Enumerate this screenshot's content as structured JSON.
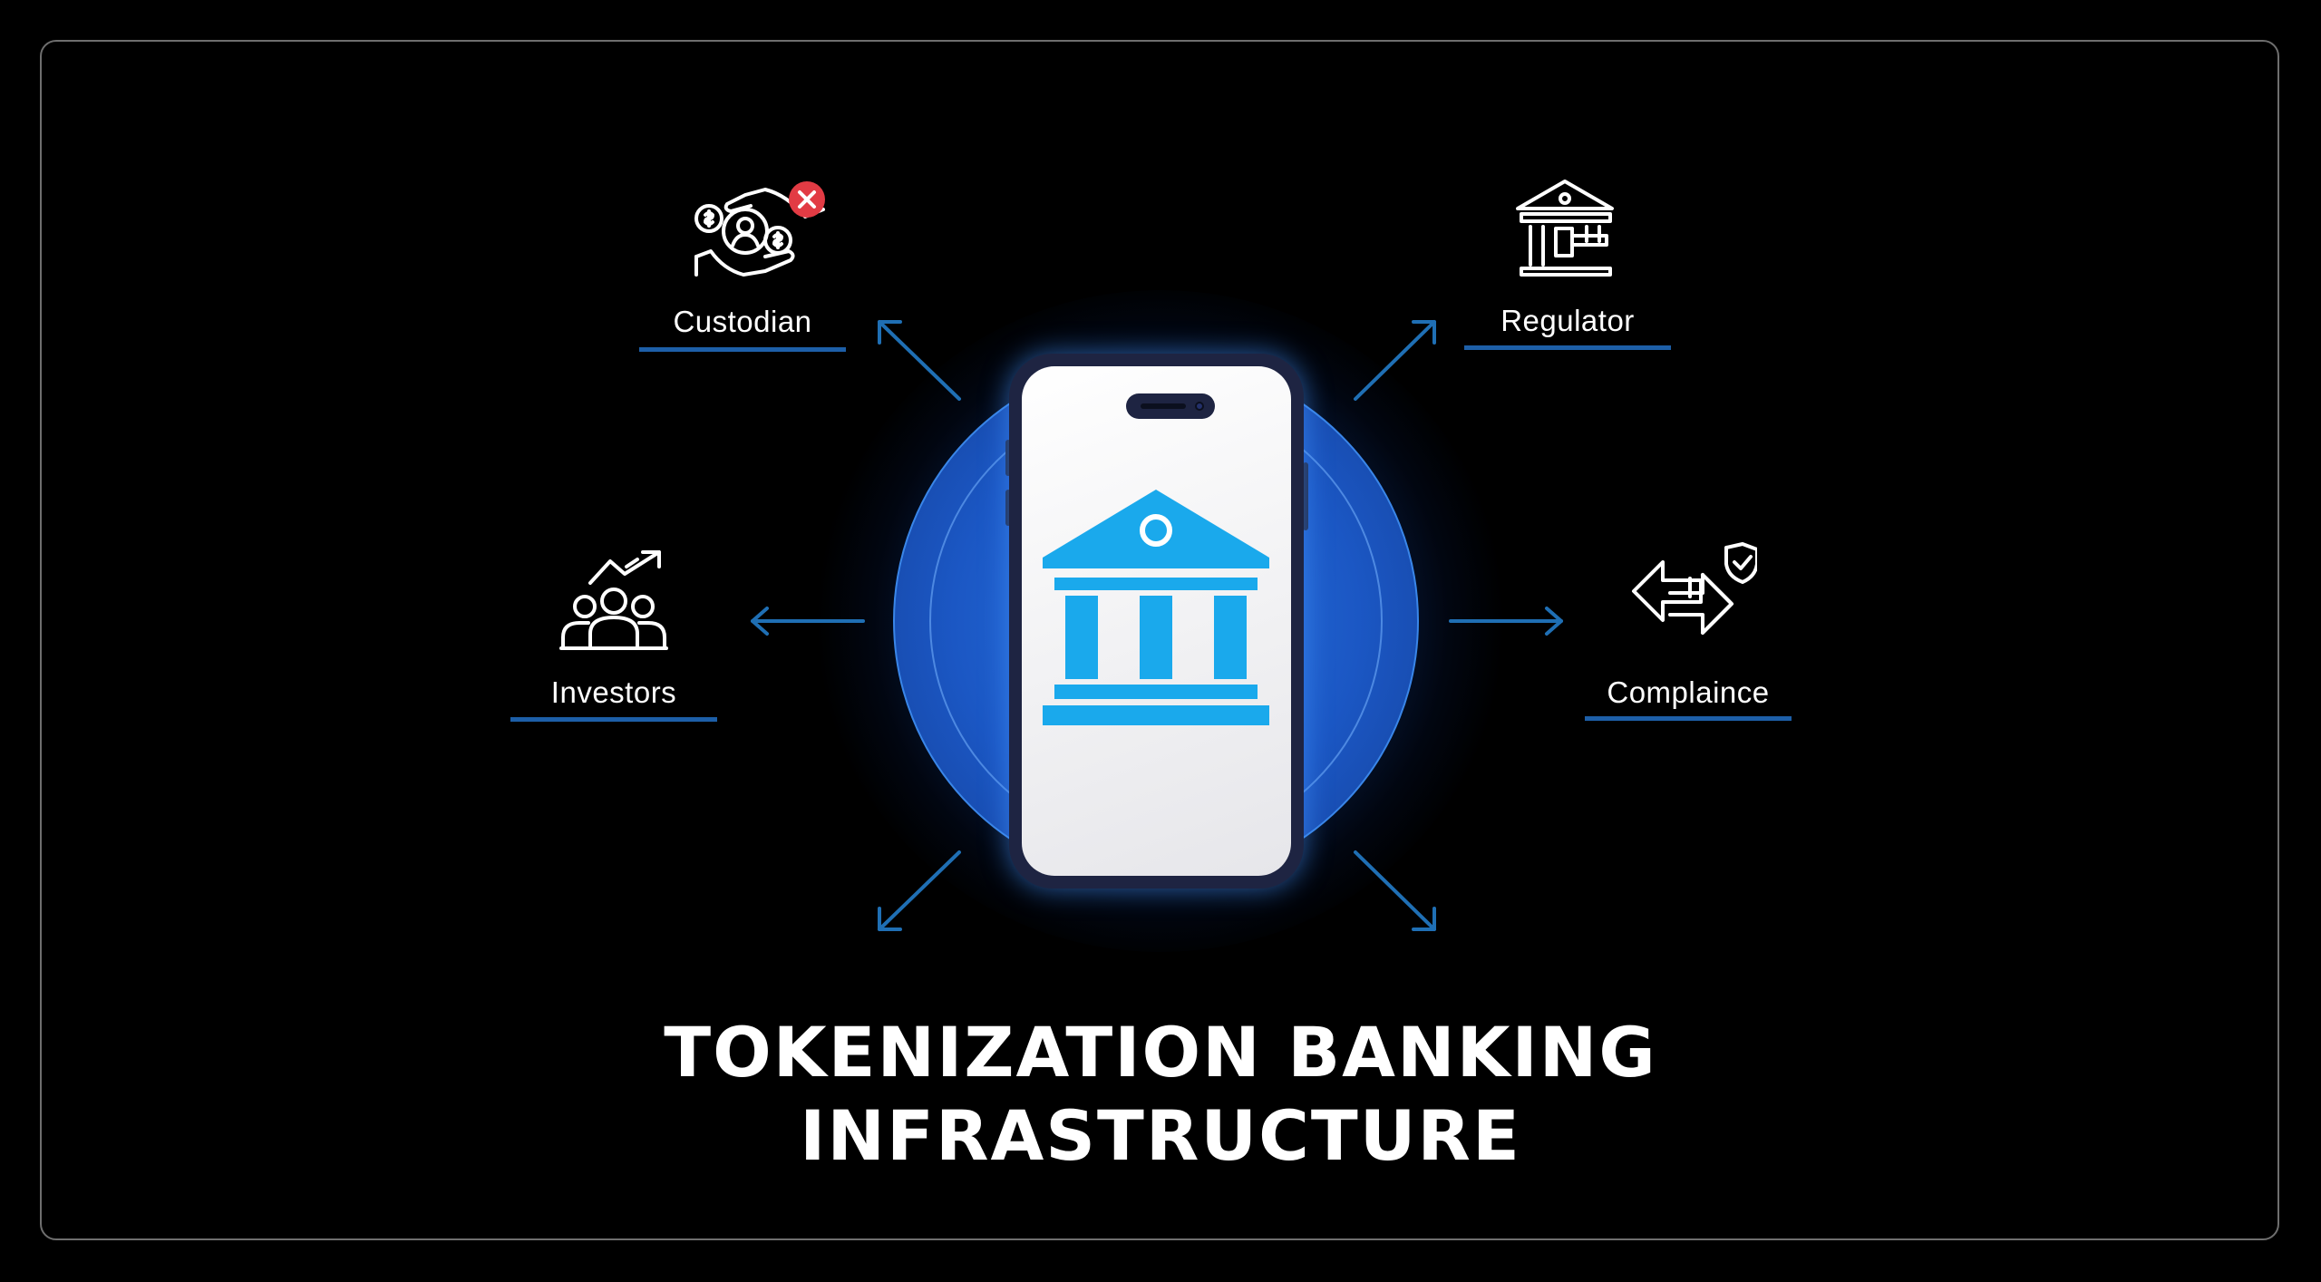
{
  "diagram": {
    "center": {
      "icon": "bank-building-icon",
      "device": "smartphone"
    },
    "nodes": [
      {
        "id": "custodian",
        "label": "Custodian",
        "icon": "hand-money-person-icon",
        "badge": "close-badge-icon"
      },
      {
        "id": "regulator",
        "label": "Regulator",
        "icon": "courthouse-gavel-icon"
      },
      {
        "id": "investors",
        "label": "Investors",
        "icon": "group-growth-icon"
      },
      {
        "id": "compliance",
        "label": "Complaince",
        "icon": "exchange-shield-icon"
      }
    ],
    "title_line1": "TOKENIZATION BANKING",
    "title_line2": "INFRASTRUCTURE"
  },
  "colors": {
    "background": "#000000",
    "accent_blue": "#1aa9ec",
    "arrow_blue": "#1f6fb4",
    "underline_blue": "#1d5fa8",
    "badge_red": "#e23b44",
    "frame_border": "#6e6e6e"
  }
}
